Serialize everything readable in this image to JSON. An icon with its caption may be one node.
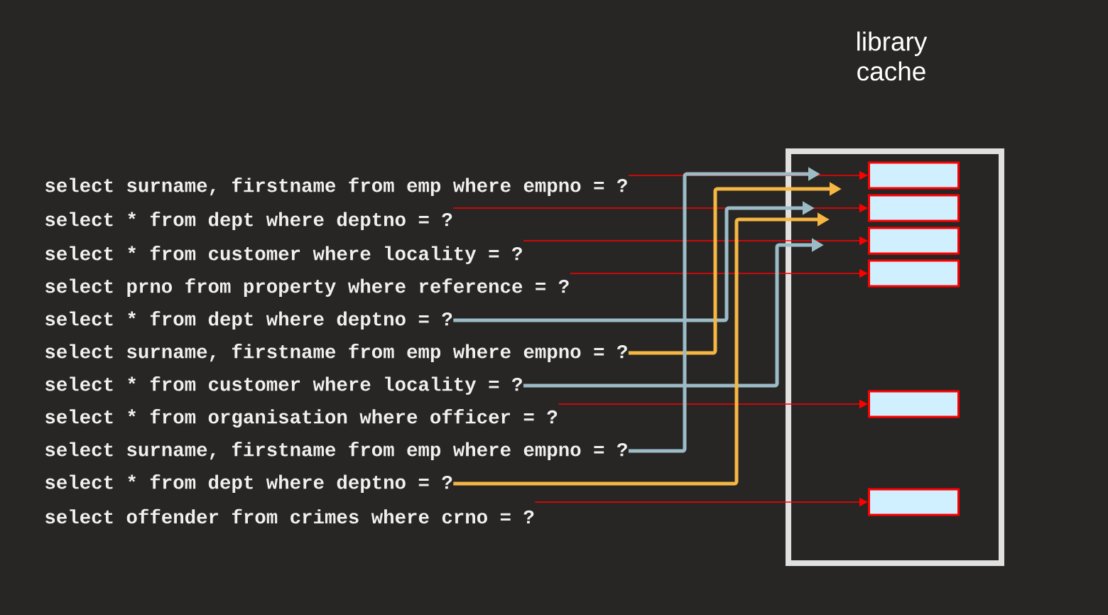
{
  "diagram": {
    "nodes": [
      {
        "text": [
          "library cache"
        ]
      },
      {
        "text": [],
        "shape": "box",
        "in": 0
      },
      {
        "text": [],
        "shape": "box",
        "in": 0
      },
      {
        "text": [],
        "shape": "box",
        "in": 0
      },
      {
        "text": [],
        "shape": "box",
        "in": 0
      },
      {
        "text": [],
        "shape": "box",
        "in": 0
      },
      {
        "text": [],
        "shape": "box",
        "in": 0
      },
      {
        "text": [
          "select surname, firstname from emp where empno = ?"
        ]
      },
      {
        "text": [
          "select * from dept where deptno = ?"
        ]
      },
      {
        "text": [
          "select * from customer where locality = ?"
        ]
      },
      {
        "text": [
          "select prno from property where reference = ?"
        ]
      },
      {
        "text": [
          "select * from dept where deptno = ?"
        ]
      },
      {
        "text": [
          "select surname, firstname from emp where empno = ?"
        ]
      },
      {
        "text": [
          "select * from customer where locality = ?"
        ]
      },
      {
        "text": [
          "select * from organisation where officer = ?"
        ]
      },
      {
        "text": [
          "select surname, firstname from emp where empno = ?"
        ]
      },
      {
        "text": [
          "select * from dept where deptno = ?"
        ]
      },
      {
        "text": [
          "select offender from crimes where crno = ?"
        ]
      }
    ],
    "edges": [
      {
        "from": 7,
        "to": 1,
        "arrow": "to"
      },
      {
        "from": 8,
        "to": 2,
        "arrow": "to"
      },
      {
        "from": 9,
        "to": 3,
        "arrow": "to"
      },
      {
        "from": 10,
        "to": 4,
        "arrow": "to"
      },
      {
        "from": 11,
        "to": 2,
        "arrow": "to",
        "style": "thick",
        "color": "#9bbcc7"
      },
      {
        "from": 12,
        "to": 1,
        "arrow": "to",
        "style": "thick",
        "color": "#f5b642"
      },
      {
        "from": 13,
        "to": 3,
        "arrow": "to",
        "style": "thick",
        "color": "#9bbcc7"
      },
      {
        "from": 14,
        "to": 5,
        "arrow": "to"
      },
      {
        "from": 15,
        "to": 1,
        "arrow": "to",
        "style": "thick",
        "color": "#9bbcc7"
      },
      {
        "from": 16,
        "to": 2,
        "arrow": "to",
        "style": "thick",
        "color": "#f5b642"
      },
      {
        "from": 17,
        "to": 6,
        "arrow": "to"
      }
    ]
  }
}
